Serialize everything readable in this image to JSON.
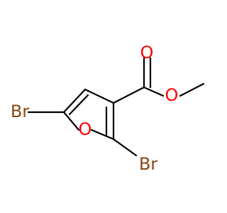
{
  "molecule": {
    "atoms": {
      "br_left": "Br",
      "ring_oxygen": "O",
      "br_bottom": "Br",
      "carbonyl_oxygen": "O",
      "ester_oxygen": "O"
    }
  },
  "colors": {
    "bond": "#000000",
    "bromine": "#8b4513",
    "oxygen": "#ff0000"
  }
}
